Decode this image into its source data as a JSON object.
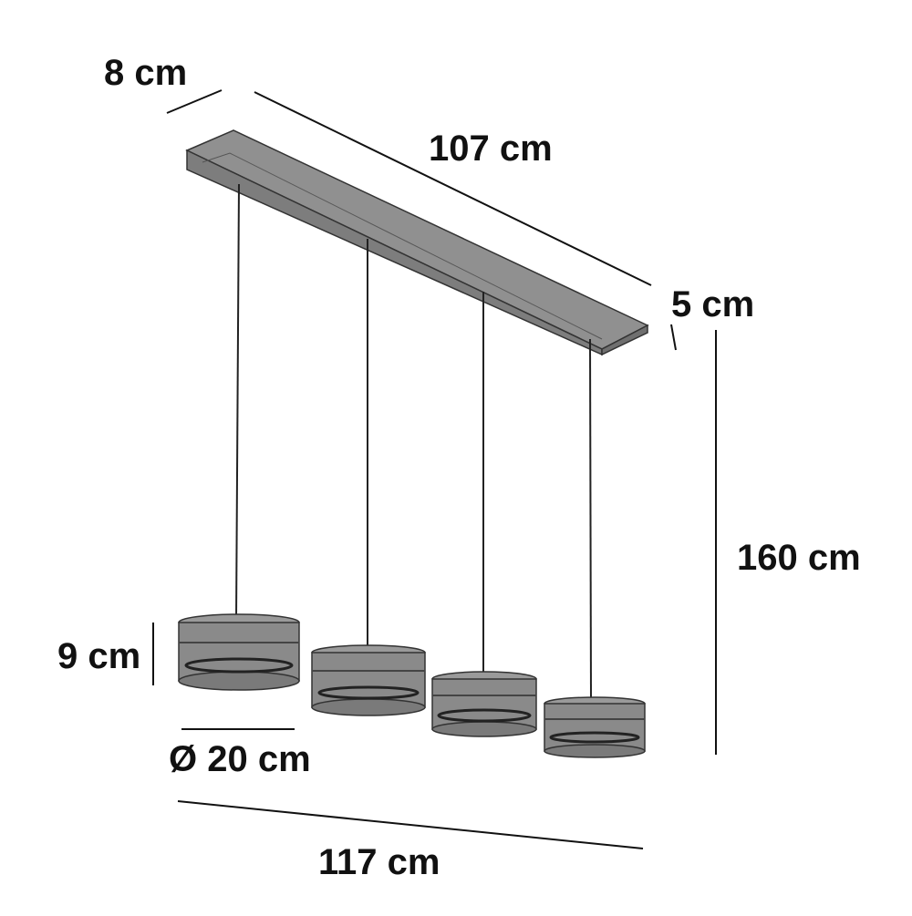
{
  "dimensions": {
    "depth_bar": "8 cm",
    "length_bar": "107 cm",
    "height_bar": "5 cm",
    "total_height": "160 cm",
    "shade_height": "9 cm",
    "shade_diameter": "Ø 20 cm",
    "total_length": "117 cm"
  },
  "colors": {
    "line": "#111111",
    "bar_top": "#8c8c8c",
    "bar_side": "#7a7a7a",
    "shade": "#8a8a8a",
    "shade_dark": "#555555"
  }
}
